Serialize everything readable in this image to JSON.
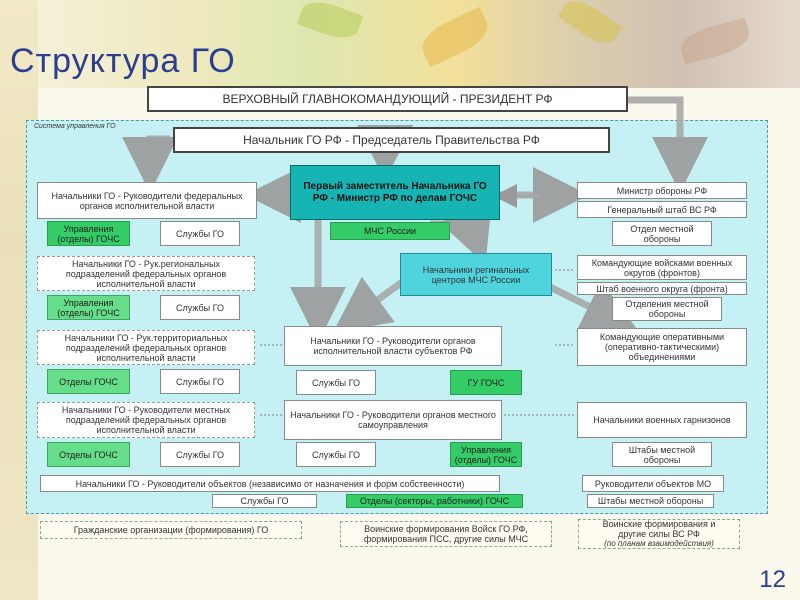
{
  "title": "Структура   ГО",
  "page_number": "12",
  "panel_label": "Система управления ГО",
  "top": {
    "t1": "ВЕРХОВНЫЙ  ГЛАВНОКОМАНДУЮЩИЙ  -  ПРЕЗИДЕНТ  РФ",
    "t2": "Начальник ГО РФ  -  Председатель  Правительства  РФ"
  },
  "center": {
    "first_deputy": "Первый  заместитель Начальника  ГО  РФ - Министр РФ по делам ГОЧС",
    "mchs": "МЧС России",
    "regional": "Начальники регинальных центров МЧС России"
  },
  "left": {
    "r1": "Начальники ГО - Руководители федеральных органов исполнительной власти",
    "r1a": "Управления (отделы) ГОЧС",
    "r1b": "Службы ГО",
    "r2": "Начальники ГО  - Рук.региональных подразделений федеральных органов исполнительной власти",
    "r2a": "Управления (отделы) ГОЧС",
    "r2b": "Службы ГО",
    "r3": "Начальники ГО - Рук.территориальных подразделений федеральных органов исполнительной власти",
    "r3a": "Отделы ГОЧС",
    "r3b": "Службы ГО",
    "r4": "Начальники ГО - Руководители местных подразделений федеральных органов исполнительной власти",
    "r4a": "Отделы ГОЧС",
    "r4b": "Службы ГО"
  },
  "middle": {
    "subj": "Начальники ГО - Руководители органов исполнительной власти субъектов РФ",
    "subj_a": "Службы ГО",
    "subj_b": "ГУ ГОЧС",
    "local": "Начальники ГО - Руководители органов местного самоуправления",
    "local_a": "Службы ГО",
    "local_b": "Управления (отделы) ГОЧС"
  },
  "right": {
    "min1": "Министр обороны РФ",
    "min2": "Генеральный штаб ВС РФ",
    "def1": "Отдел местной обороны",
    "okrug1": "Командующие войсками военных округов (фронтов)",
    "okrug2": "Штаб военного округа (фронта)",
    "def2": "Отделения местной обороны",
    "oper": "Командующие оперативными (оперативно-тактическими) объединениями",
    "def3": "",
    "garr": "Начальники военных гарнизонов",
    "def4": "Штабы местной обороны",
    "mo": "Руководители объектов МО",
    "mo_a": "Штабы местной обороны"
  },
  "bottom_row": {
    "objects": "Начальники ГО - Руководители объектов (независимо от назначения и форм собственности)",
    "objects_a": "Службы ГО",
    "objects_b": "Отделы (секторы, работники) ГОЧС"
  },
  "outside": {
    "civil": "Гражданские организации (формирования) ГО",
    "military": "Воинские формирования Войск ГО РФ, формирования ПСС, другие силы МЧС",
    "armed": "Воинские  формирования и другие силы ВС РФ",
    "armed_note": "(по планам взаимодействия)"
  }
}
